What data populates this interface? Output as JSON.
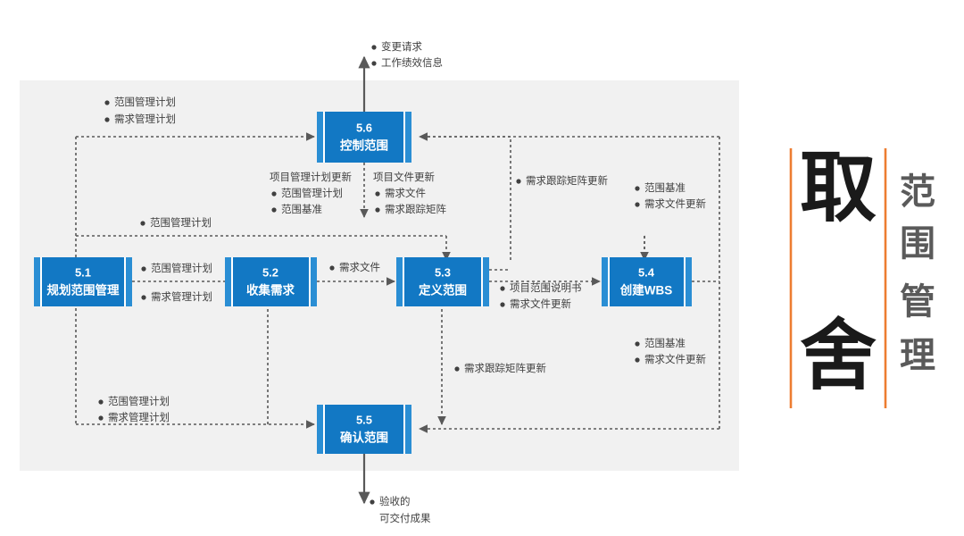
{
  "diagram": {
    "title_vertical_big": [
      "取",
      "舍"
    ],
    "title_vertical_small": [
      "范",
      "围",
      "管",
      "理"
    ],
    "accent_color": "#ED7D31",
    "process_color": "#1278c4",
    "panel_color": "#f1f1f1",
    "line_color": "#595959"
  },
  "processes": [
    {
      "id": "p51",
      "num": "5.1",
      "name": "规划范围管理"
    },
    {
      "id": "p52",
      "num": "5.2",
      "name": "收集需求"
    },
    {
      "id": "p53",
      "num": "5.3",
      "name": "定义范围"
    },
    {
      "id": "p54",
      "num": "5.4",
      "name": "创建WBS"
    },
    {
      "id": "p55",
      "num": "5.5",
      "name": "确认范围"
    },
    {
      "id": "p56",
      "num": "5.6",
      "name": "控制范围"
    }
  ],
  "labels": {
    "top_out": {
      "items": [
        "变更请求",
        "工作绩效信息"
      ]
    },
    "top_left_in": {
      "items": [
        "范围管理计划",
        "需求管理计划"
      ]
    },
    "mid_left_in": {
      "items": [
        "范围管理计划"
      ]
    },
    "pm_plan_update": {
      "header": "项目管理计划更新",
      "items": [
        "范围管理计划",
        "范围基准"
      ]
    },
    "proj_doc_update": {
      "header": "项目文件更新",
      "items": [
        "需求文件",
        "需求跟踪矩阵"
      ]
    },
    "rtm_update_top": {
      "items": [
        "需求跟踪矩阵更新"
      ]
    },
    "scope_baseline_top": {
      "items": [
        "范围基准",
        "需求文件更新"
      ]
    },
    "p51_to_p52": {
      "items": [
        "范围管理计划",
        "需求管理计划"
      ]
    },
    "p52_to_p53": {
      "items": [
        "需求文件"
      ]
    },
    "p53_to_p54": {
      "items": [
        "项目范围说明书",
        "需求文件更新"
      ]
    },
    "scope_baseline_bottom": {
      "items": [
        "范围基准",
        "需求文件更新"
      ]
    },
    "rtm_update_bottom": {
      "items": [
        "需求跟踪矩阵更新"
      ]
    },
    "bottom_left_in": {
      "items": [
        "范围管理计划",
        "需求管理计划"
      ]
    },
    "bottom_out": {
      "lines": [
        "验收的",
        "可交付成果"
      ]
    }
  }
}
